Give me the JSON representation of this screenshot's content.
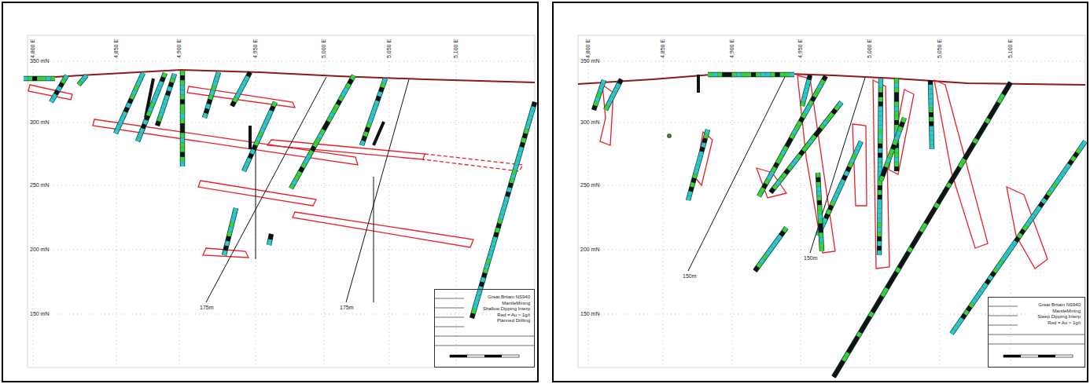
{
  "diagram": {
    "nodes": [
      {
        "text": [
          "Great Britain NS940",
          "MantleMining",
          "Shallow Dipping Interp",
          "Red = Au > 1g/t",
          "Planned Drilling"
        ]
      },
      {
        "text": [
          "Great Britain NS940",
          "MantleMining",
          "Steep Dipping Interp",
          "Red = Au > 1g/t"
        ]
      }
    ],
    "labels": [
      "4,800 E",
      "4,850 E",
      "4,900 E",
      "4,950 E",
      "5,000 E",
      "5,050 E",
      "5,100 E",
      "350 mN",
      "300 mN",
      "250 mN",
      "200 mN",
      "150 mN",
      "175m",
      "175m",
      "4,800 E",
      "4,850 E",
      "4,900 E",
      "4,950 E",
      "5,000 E",
      "5,050 E",
      "5,100 E",
      "350 mN",
      "300 mN",
      "250 mN",
      "200 mN",
      "150 mN",
      "150m",
      "150m"
    ]
  }
}
